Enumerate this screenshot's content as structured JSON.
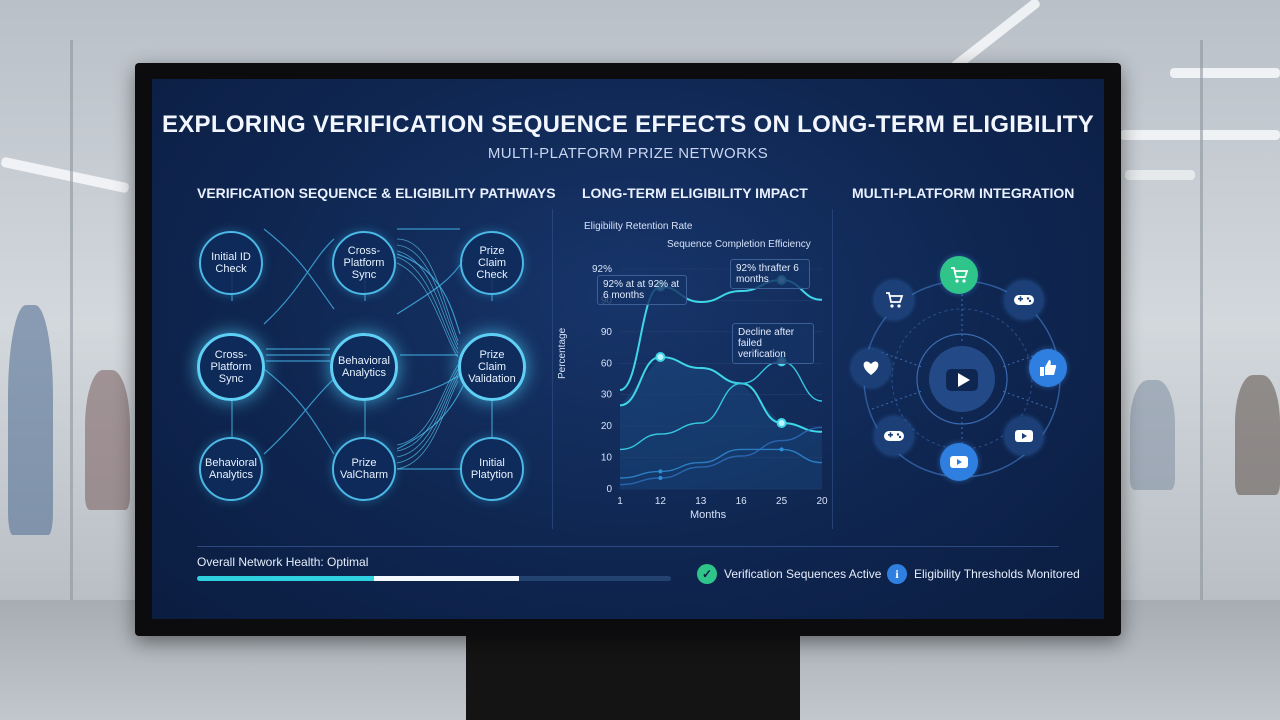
{
  "header": {
    "title": "EXPLORING VERIFICATION SEQUENCE EFFECTS ON LONG-TERM ELIGIBILITY",
    "subtitle": "MULTI-PLATFORM PRIZE NETWORKS"
  },
  "sections": {
    "pathways": "VERIFICATION SEQUENCE & ELIGIBILITY PATHWAYS",
    "impact": "LONG-TERM ELIGIBILITY IMPACT",
    "integration": "MULTI-PLATFORM INTEGRATION"
  },
  "flow_nodes": [
    {
      "id": "n1",
      "label": "Initial ID Check"
    },
    {
      "id": "n2",
      "label": "Cross-Platform Sync"
    },
    {
      "id": "n3",
      "label": "Prize Claim Check"
    },
    {
      "id": "n4",
      "label": "Cross-Platform Sync"
    },
    {
      "id": "n5",
      "label": "Behavioral Analytics"
    },
    {
      "id": "n6",
      "label": "Prize Claim Validation"
    },
    {
      "id": "n7",
      "label": "Behavioral Analytics"
    },
    {
      "id": "n8",
      "label": "Prize ValCharm"
    },
    {
      "id": "n9",
      "label": "Initial Platytion"
    }
  ],
  "chart_data": {
    "type": "line",
    "title": "Eligibility Retention Rate",
    "subtitle": "Sequence Completion Efficiency",
    "ylabel": "Percentage",
    "xlabel": "Months",
    "y_tick_labels": [
      "0",
      "10",
      "20",
      "30",
      "60",
      "90",
      "90",
      "92%"
    ],
    "x_tick_labels": [
      "1",
      "12",
      "13",
      "16",
      "25",
      "20"
    ],
    "series": [
      {
        "values": [
          45,
          92,
          85,
          90,
          95,
          86
        ]
      },
      {
        "values": [
          38,
          60,
          55,
          48,
          30,
          26
        ]
      },
      {
        "values": [
          18,
          25,
          30,
          48,
          58,
          40
        ]
      },
      {
        "values": [
          5,
          8,
          12,
          18,
          18,
          12
        ]
      },
      {
        "values": [
          2,
          5,
          10,
          15,
          22,
          28
        ]
      }
    ],
    "annotations": [
      "92% at at 92% at 6 months",
      "92% thrafter 6 months",
      "Decline after failed verification"
    ]
  },
  "integration_icons": [
    "cart-icon",
    "cart-icon",
    "gamepad-icon",
    "heart-icon",
    "play-icon",
    "thumbs-up-icon",
    "gamepad-icon",
    "play-icon",
    "play-icon"
  ],
  "footer": {
    "health_label": "Overall Network Health: Optimal",
    "health_progress": 0.68,
    "status_1": "Verification Sequences Active",
    "status_2": "Eligibility Thresholds Monitored"
  },
  "colors": {
    "accent": "#4bb8e6",
    "success": "#2fc48a",
    "info": "#2f7fe0"
  }
}
